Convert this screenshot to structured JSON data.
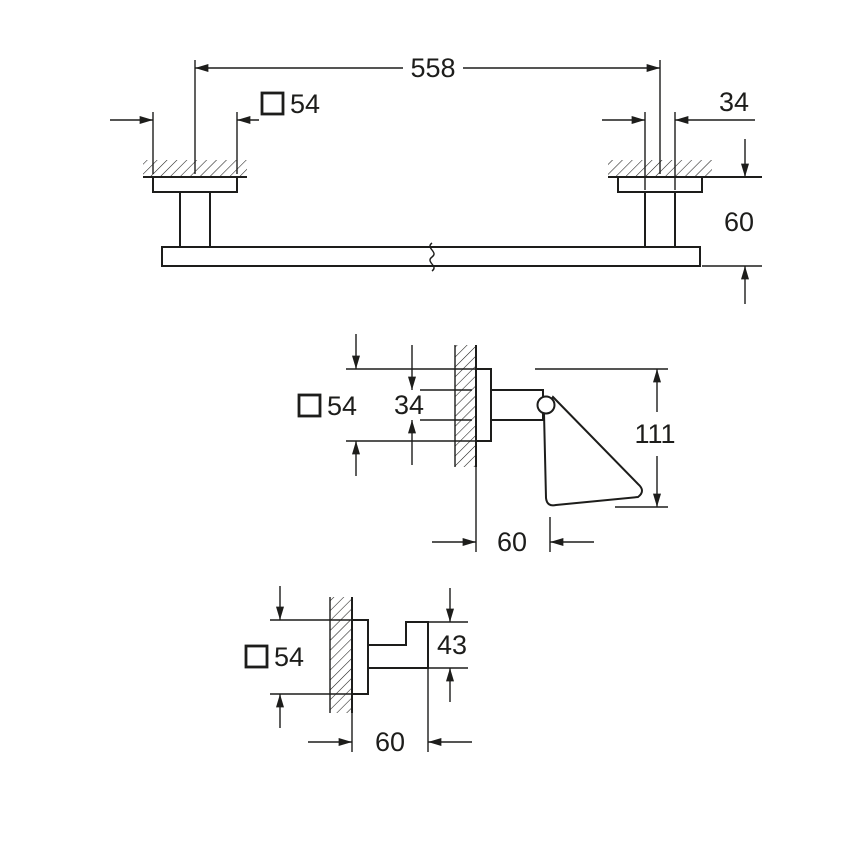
{
  "icons": {
    "square-dimension-icon": "□"
  },
  "colors": {
    "line": "#1d1d1b",
    "background": "#ffffff"
  },
  "views": {
    "towel_bar": {
      "length": "558",
      "square_size": "54",
      "post_width": "34",
      "depth": "60"
    },
    "paper_holder": {
      "square_size": "54",
      "post_width": "34",
      "height": "111",
      "depth": "60"
    },
    "robe_hook": {
      "square_size": "54",
      "height": "43",
      "depth": "60"
    }
  }
}
